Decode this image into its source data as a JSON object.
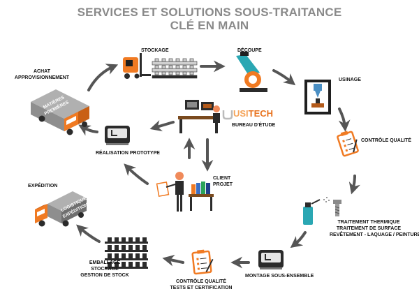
{
  "title_line1": "SERVICES ET SOLUTIONS SOUS-TRAITANCE",
  "title_line2": "CLÉ EN MAIN",
  "steps": {
    "stockage": "STOCKAGE",
    "decoupe": "DÉCOUPE",
    "usinage": "USINAGE",
    "controle_qualite": "CONTRÔLE QUALITÉ",
    "traitement": [
      "TRAITEMENT THERMIQUE",
      "TRAITEMENT DE SURFACE",
      "REVÊTEMENT - LAQUAGE / PEINTURE"
    ],
    "montage": "MONTAGE SOUS-ENSEMBLE",
    "controle_tests": [
      "CONTRÔLE QUALITÉ",
      "TESTS ET CERTIFICATION"
    ],
    "emballage": [
      "EMBALLAGE",
      "STOCKAGE",
      "GESTION DE STOCK"
    ],
    "expedition": "EXPÉDITION",
    "prototype": "RÉALISATION PROTOTYPE",
    "achat": [
      "ACHAT",
      "APPROVISIONNEMENT"
    ],
    "bureau": "BUREAU D'ÉTUDE",
    "client": [
      "CLIENT",
      "PROJET"
    ]
  },
  "truck_texts": {
    "achat": [
      "MATIÈRES",
      "PREMIÈRES"
    ],
    "expedition": [
      "LOGISTIQUE",
      "EXPÉDITIONS"
    ]
  },
  "brand": {
    "usi": "USI",
    "tech": "TECH",
    "usi_color": "#f5a45a",
    "tech_color": "#e8731f"
  },
  "colors": {
    "arrow": "#555555",
    "orange": "#f07a22",
    "truck_box": "#8e8e8e",
    "dark": "#2b2b2b",
    "title": "#8a8a8a"
  }
}
